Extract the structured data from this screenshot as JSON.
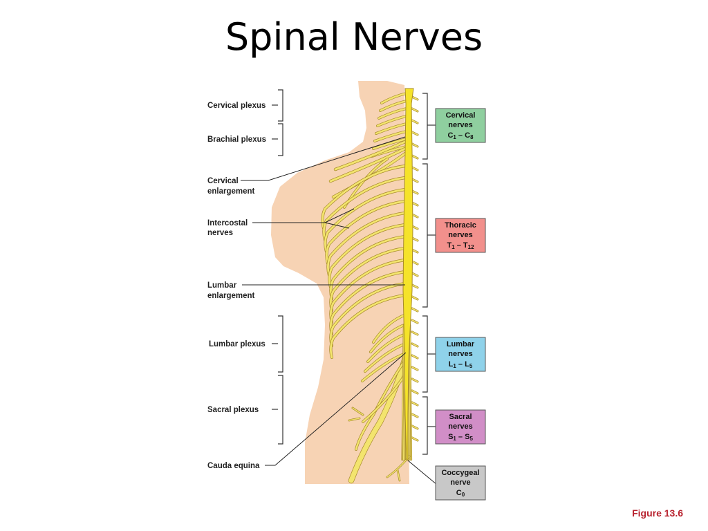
{
  "slide": {
    "title": "Spinal Nerves",
    "figure_label": "Figure 13.6"
  },
  "left_labels": {
    "cervical_plexus": "Cervical plexus",
    "brachial_plexus": "Brachial plexus",
    "cervical_enlargement_1": "Cervical",
    "cervical_enlargement_2": "enlargement",
    "intercostal_1": "Intercostal",
    "intercostal_2": "nerves",
    "lumbar_enlargement_1": "Lumbar",
    "lumbar_enlargement_2": "enlargement",
    "lumbar_plexus": "Lumbar plexus",
    "sacral_plexus": "Sacral plexus",
    "cauda_equina": "Cauda equina"
  },
  "nerve_groups": {
    "cervical": {
      "line1": "Cervical",
      "line2": "nerves",
      "base1": "C",
      "sub1": "1",
      "dash": " – ",
      "base2": "C",
      "sub2": "8",
      "color": "#8fcf9f"
    },
    "thoracic": {
      "line1": "Thoracic",
      "line2": "nerves",
      "base1": "T",
      "sub1": "1",
      "dash": " – ",
      "base2": "T",
      "sub2": "12",
      "color": "#f2908c"
    },
    "lumbar": {
      "line1": "Lumbar",
      "line2": "nerves",
      "base1": "L",
      "sub1": "1",
      "dash": " – ",
      "base2": "L",
      "sub2": "5",
      "color": "#8fd2ea"
    },
    "sacral": {
      "line1": "Sacral",
      "line2": "nerves",
      "base1": "S",
      "sub1": "1",
      "dash": " – ",
      "base2": "S",
      "sub2": "5",
      "color": "#d18ec7"
    },
    "coccygeal": {
      "line1": "Coccygeal",
      "line2": "nerve",
      "base1": "C",
      "sub1": "0",
      "dash": "",
      "base2": "",
      "sub2": "",
      "color": "#c8c8c8"
    }
  },
  "colors": {
    "skin": "#f7d3b4",
    "nerve": "#f3e46e",
    "nerve_outline": "#a68a2a",
    "cord": "#f5e32a"
  }
}
